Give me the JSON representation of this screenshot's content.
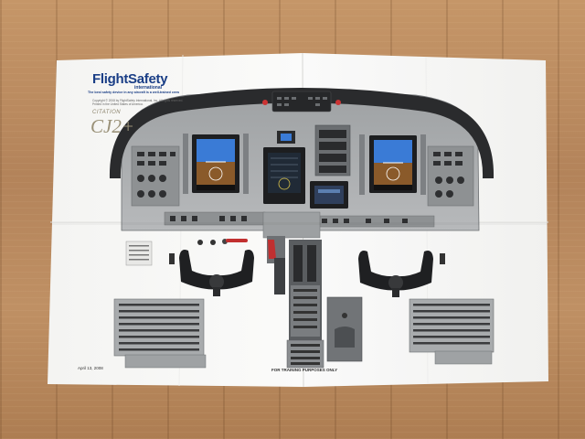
{
  "poster": {
    "brand": "FlightSafety",
    "brand_sub": "international",
    "tagline": "The best safety device in any aircraft is a well-trained crew",
    "copyright_line1": "Copyright © 2008 by FlightSafety International, Inc. All rights reserved.",
    "copyright_line2": "Printed in the United States of America.",
    "model_top": "CITATION",
    "model": "CJ2+",
    "date": "April 13, 2008",
    "disclaimer": "FOR TRAINING PURPOSES ONLY"
  },
  "colors": {
    "wood": "#b98a5c",
    "paper": "#f7f7f5",
    "panel": "#a8abad",
    "glareshield": "#2a2b2d",
    "brand_blue": "#1a3e86",
    "display_blue": "#3a7bd6"
  },
  "icons": [
    "yoke-left-icon",
    "yoke-right-icon",
    "throttle-quadrant-icon",
    "circuit-breaker-panel-icon"
  ]
}
